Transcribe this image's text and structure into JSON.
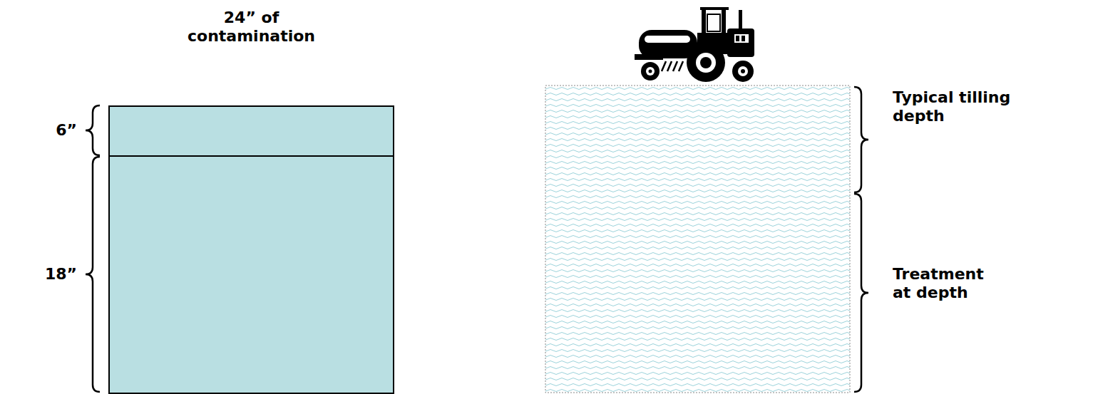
{
  "diagram": {
    "nodes": [
      {
        "text": [
          "24” of contamination"
        ]
      }
    ],
    "labels": [
      "6”",
      "18”",
      "Typical tilling depth",
      "Treatment at depth"
    ]
  }
}
